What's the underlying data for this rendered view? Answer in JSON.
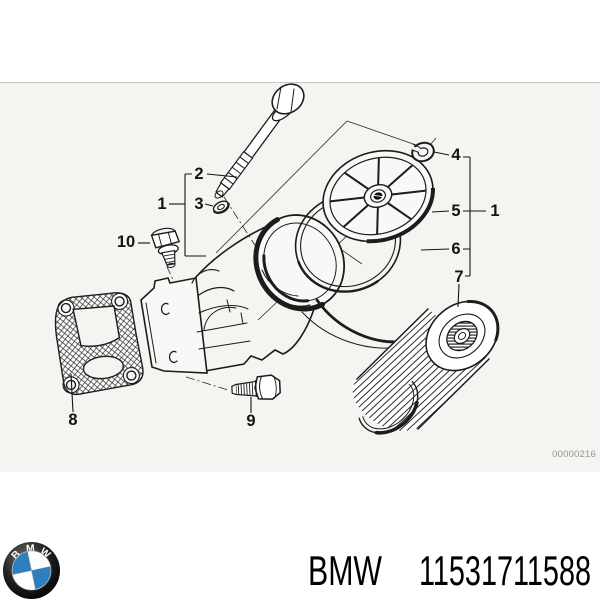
{
  "diagram": {
    "watermark": "00000216",
    "callouts": [
      {
        "label": "2"
      },
      {
        "label": "1"
      },
      {
        "label": "3"
      },
      {
        "label": "10"
      },
      {
        "label": "8"
      },
      {
        "label": "9"
      },
      {
        "label": "4"
      },
      {
        "label": "5"
      },
      {
        "label": "6"
      },
      {
        "label": "7"
      },
      {
        "label": "1"
      }
    ],
    "parts": [
      {
        "callout": "2",
        "shape": "long hex bolt"
      },
      {
        "callout": "3",
        "shape": "washer"
      },
      {
        "callout": "4",
        "shape": "sealing ring / clip"
      },
      {
        "callout": "5",
        "shape": "spoked cover wheel"
      },
      {
        "callout": "6",
        "shape": "o-ring"
      },
      {
        "callout": "7",
        "shape": "oil filter cartridge"
      },
      {
        "callout": "8",
        "shape": "gasket"
      },
      {
        "callout": "9",
        "shape": "bolt"
      },
      {
        "callout": "10",
        "shape": "plug"
      }
    ]
  },
  "footer": {
    "brand": "BMW",
    "part_number": "11531711588",
    "logo_letters": [
      "B",
      "M",
      "W"
    ]
  },
  "colors": {
    "line": "#1c1c1c",
    "diagram_background": "#f5f4f1",
    "separator": "#c7c7c4",
    "watermark": "#97958f",
    "logo_blue": "#2e7fbe",
    "logo_dark": "#141414",
    "text": "#000000"
  }
}
